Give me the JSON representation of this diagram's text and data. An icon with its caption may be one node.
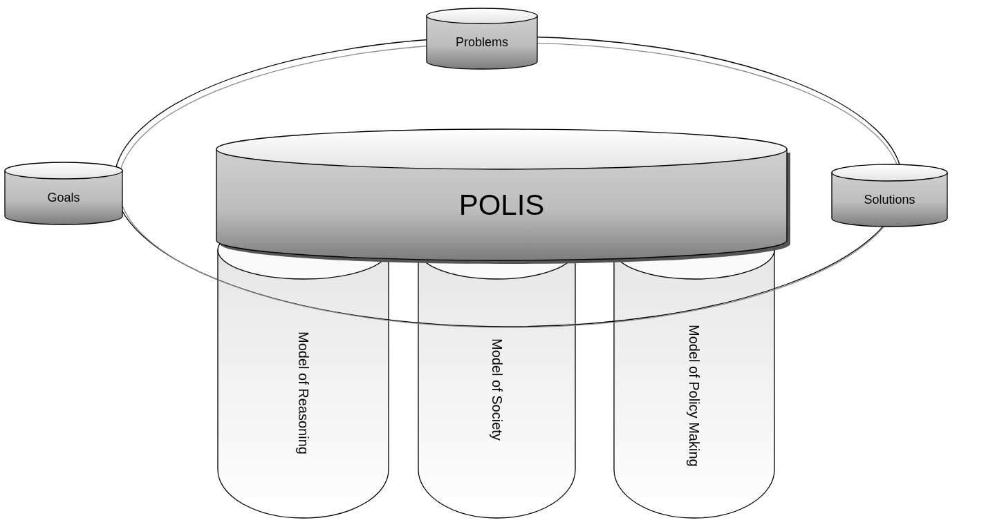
{
  "diagram": {
    "nodes": [
      {
        "text": [
          "Problems"
        ]
      },
      {
        "text": [
          "Goals"
        ]
      },
      {
        "text": [
          "POLIS"
        ]
      },
      {
        "text": [
          "Solutions"
        ]
      },
      {
        "text": [
          "Model of Reasoning"
        ]
      },
      {
        "text": [
          "Model of Society"
        ]
      },
      {
        "text": [
          "Model of Policy Making"
        ]
      }
    ]
  }
}
